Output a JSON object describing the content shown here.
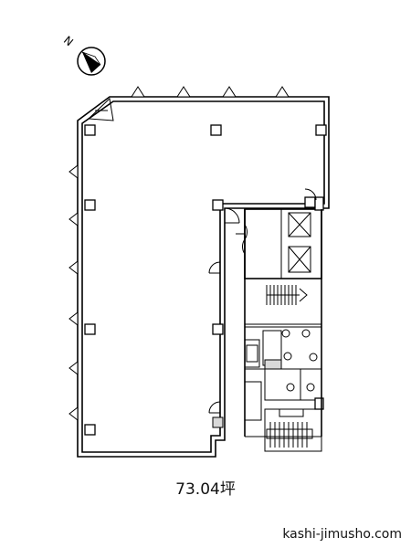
{
  "compass": {
    "label": "N"
  },
  "floor_area": "73.04坪",
  "site": "kashi-jimusho.com"
}
